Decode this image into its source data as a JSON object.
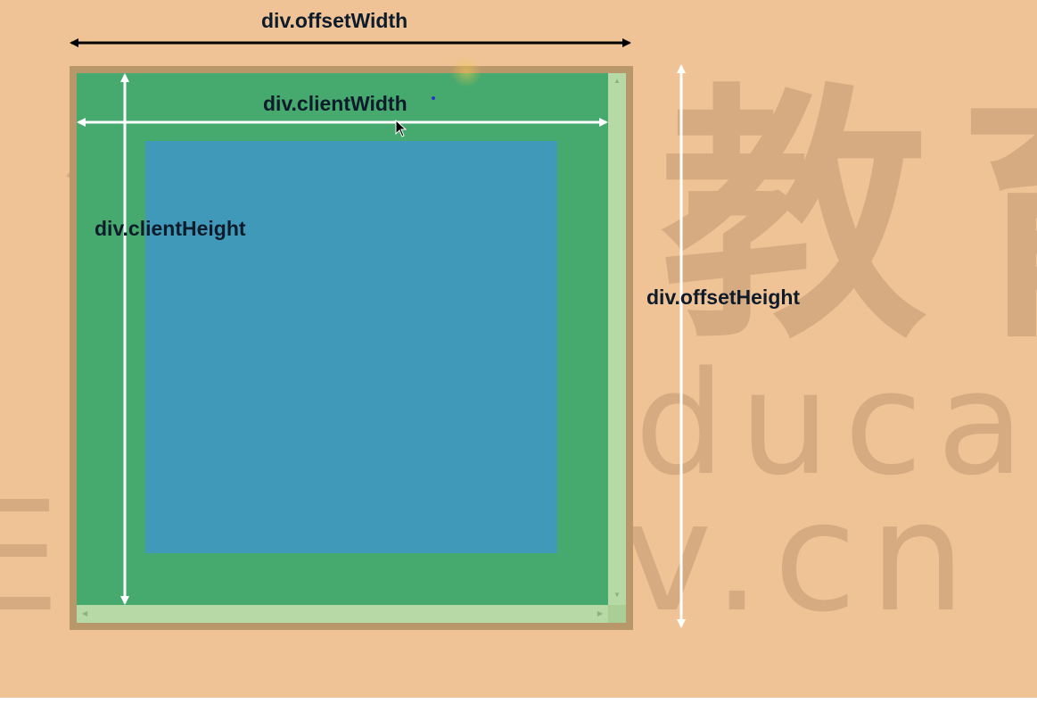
{
  "labels": {
    "offset_width": "div.offsetWidth",
    "client_width": "div.clientWidth",
    "client_height": "div.clientHeight",
    "offset_height": "div.offsetHeight"
  },
  "watermark": {
    "chinese": "渡一教育",
    "english": "Duyi Education",
    "url": "E: leaaiv.cn"
  },
  "colors": {
    "background": "#f0c396",
    "border": "#b8976a",
    "client_area": "#3caa6e",
    "content_area": "#4196c8",
    "scrollbar": "#b7d9a6",
    "offset_width_arrow": "#000000",
    "client_arrows": "#ffffff"
  },
  "icons": {
    "cursor": "mouse-pointer-icon",
    "scroll_up": "triangle-up-icon",
    "scroll_down": "triangle-down-icon",
    "scroll_left": "triangle-left-icon",
    "scroll_right": "triangle-right-icon"
  }
}
